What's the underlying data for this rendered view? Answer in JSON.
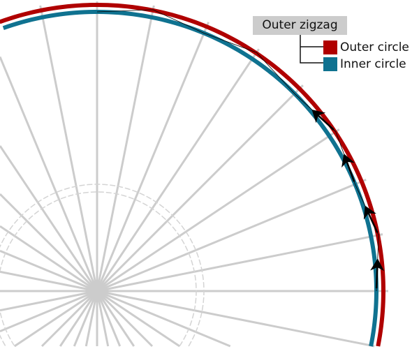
{
  "legend": {
    "title": "Outer zigzag",
    "items": [
      {
        "label": "Outer circle",
        "color": "#b00000"
      },
      {
        "label": "Inner circle",
        "color": "#0f7290"
      }
    ]
  },
  "diagram": {
    "spoke_count": 32,
    "spoke_color": "#cccccc",
    "zigzag_color": "#000000"
  }
}
